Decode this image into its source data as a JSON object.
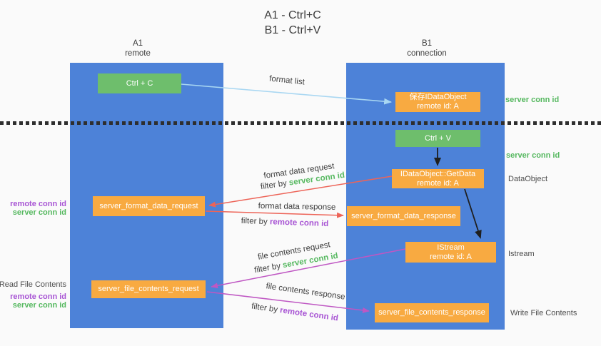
{
  "title": {
    "line1": "A1 - Ctrl+C",
    "line2": "B1 - Ctrl+V"
  },
  "lanes": {
    "left": {
      "name": "A1",
      "role": "remote"
    },
    "right": {
      "name": "B1",
      "role": "connection"
    }
  },
  "nodes": {
    "ctrl_c": {
      "label": "Ctrl + C"
    },
    "save_idataobject": {
      "line1": "保存IDataObject",
      "line2": "remote id: A"
    },
    "ctrl_v": {
      "label": "Ctrl + V"
    },
    "getdata": {
      "line1": "IDataObject::GetData",
      "line2": "remote id: A"
    },
    "format_request": {
      "label": "server_format_data_request"
    },
    "format_response": {
      "label": "server_format_data_response"
    },
    "istream": {
      "line1": "IStream",
      "line2": "remote id: A"
    },
    "file_request": {
      "label": "server_file_contents_request"
    },
    "file_response": {
      "label": "server_file_contents_response"
    }
  },
  "flow_labels": {
    "format_list": "format list",
    "format_data_request": "format data request",
    "format_data_response": "format data response",
    "file_contents_request": "file contents request",
    "file_contents_response": "file contents response",
    "filter_by": "filter by ",
    "server_conn_id": "server conn id",
    "remote_conn_id": "remote conn id"
  },
  "side_labels": {
    "server_conn_id_top": "server conn id",
    "server_conn_id_mid": "server conn id",
    "dataobject": "DataObject",
    "istream": "Istream",
    "write_file_contents": "Write File Contents",
    "read_file_contents": "Read File Contents",
    "remote_conn_id_upper": "remote conn id",
    "server_conn_id_upper": "server conn id",
    "remote_conn_id_lower": "remote conn id",
    "server_conn_id_lower": "server conn id"
  },
  "colors": {
    "lane_blue": "#4d82d8",
    "green_box": "#6ebe6c",
    "orange_box": "#f8aa41",
    "arrow_blue": "#a9d7f2",
    "arrow_red": "#ed6458",
    "arrow_magenta": "#bf57c3",
    "arrow_black": "#1f1f1f",
    "text_green": "#55b85f",
    "text_purple": "#a855d4"
  }
}
